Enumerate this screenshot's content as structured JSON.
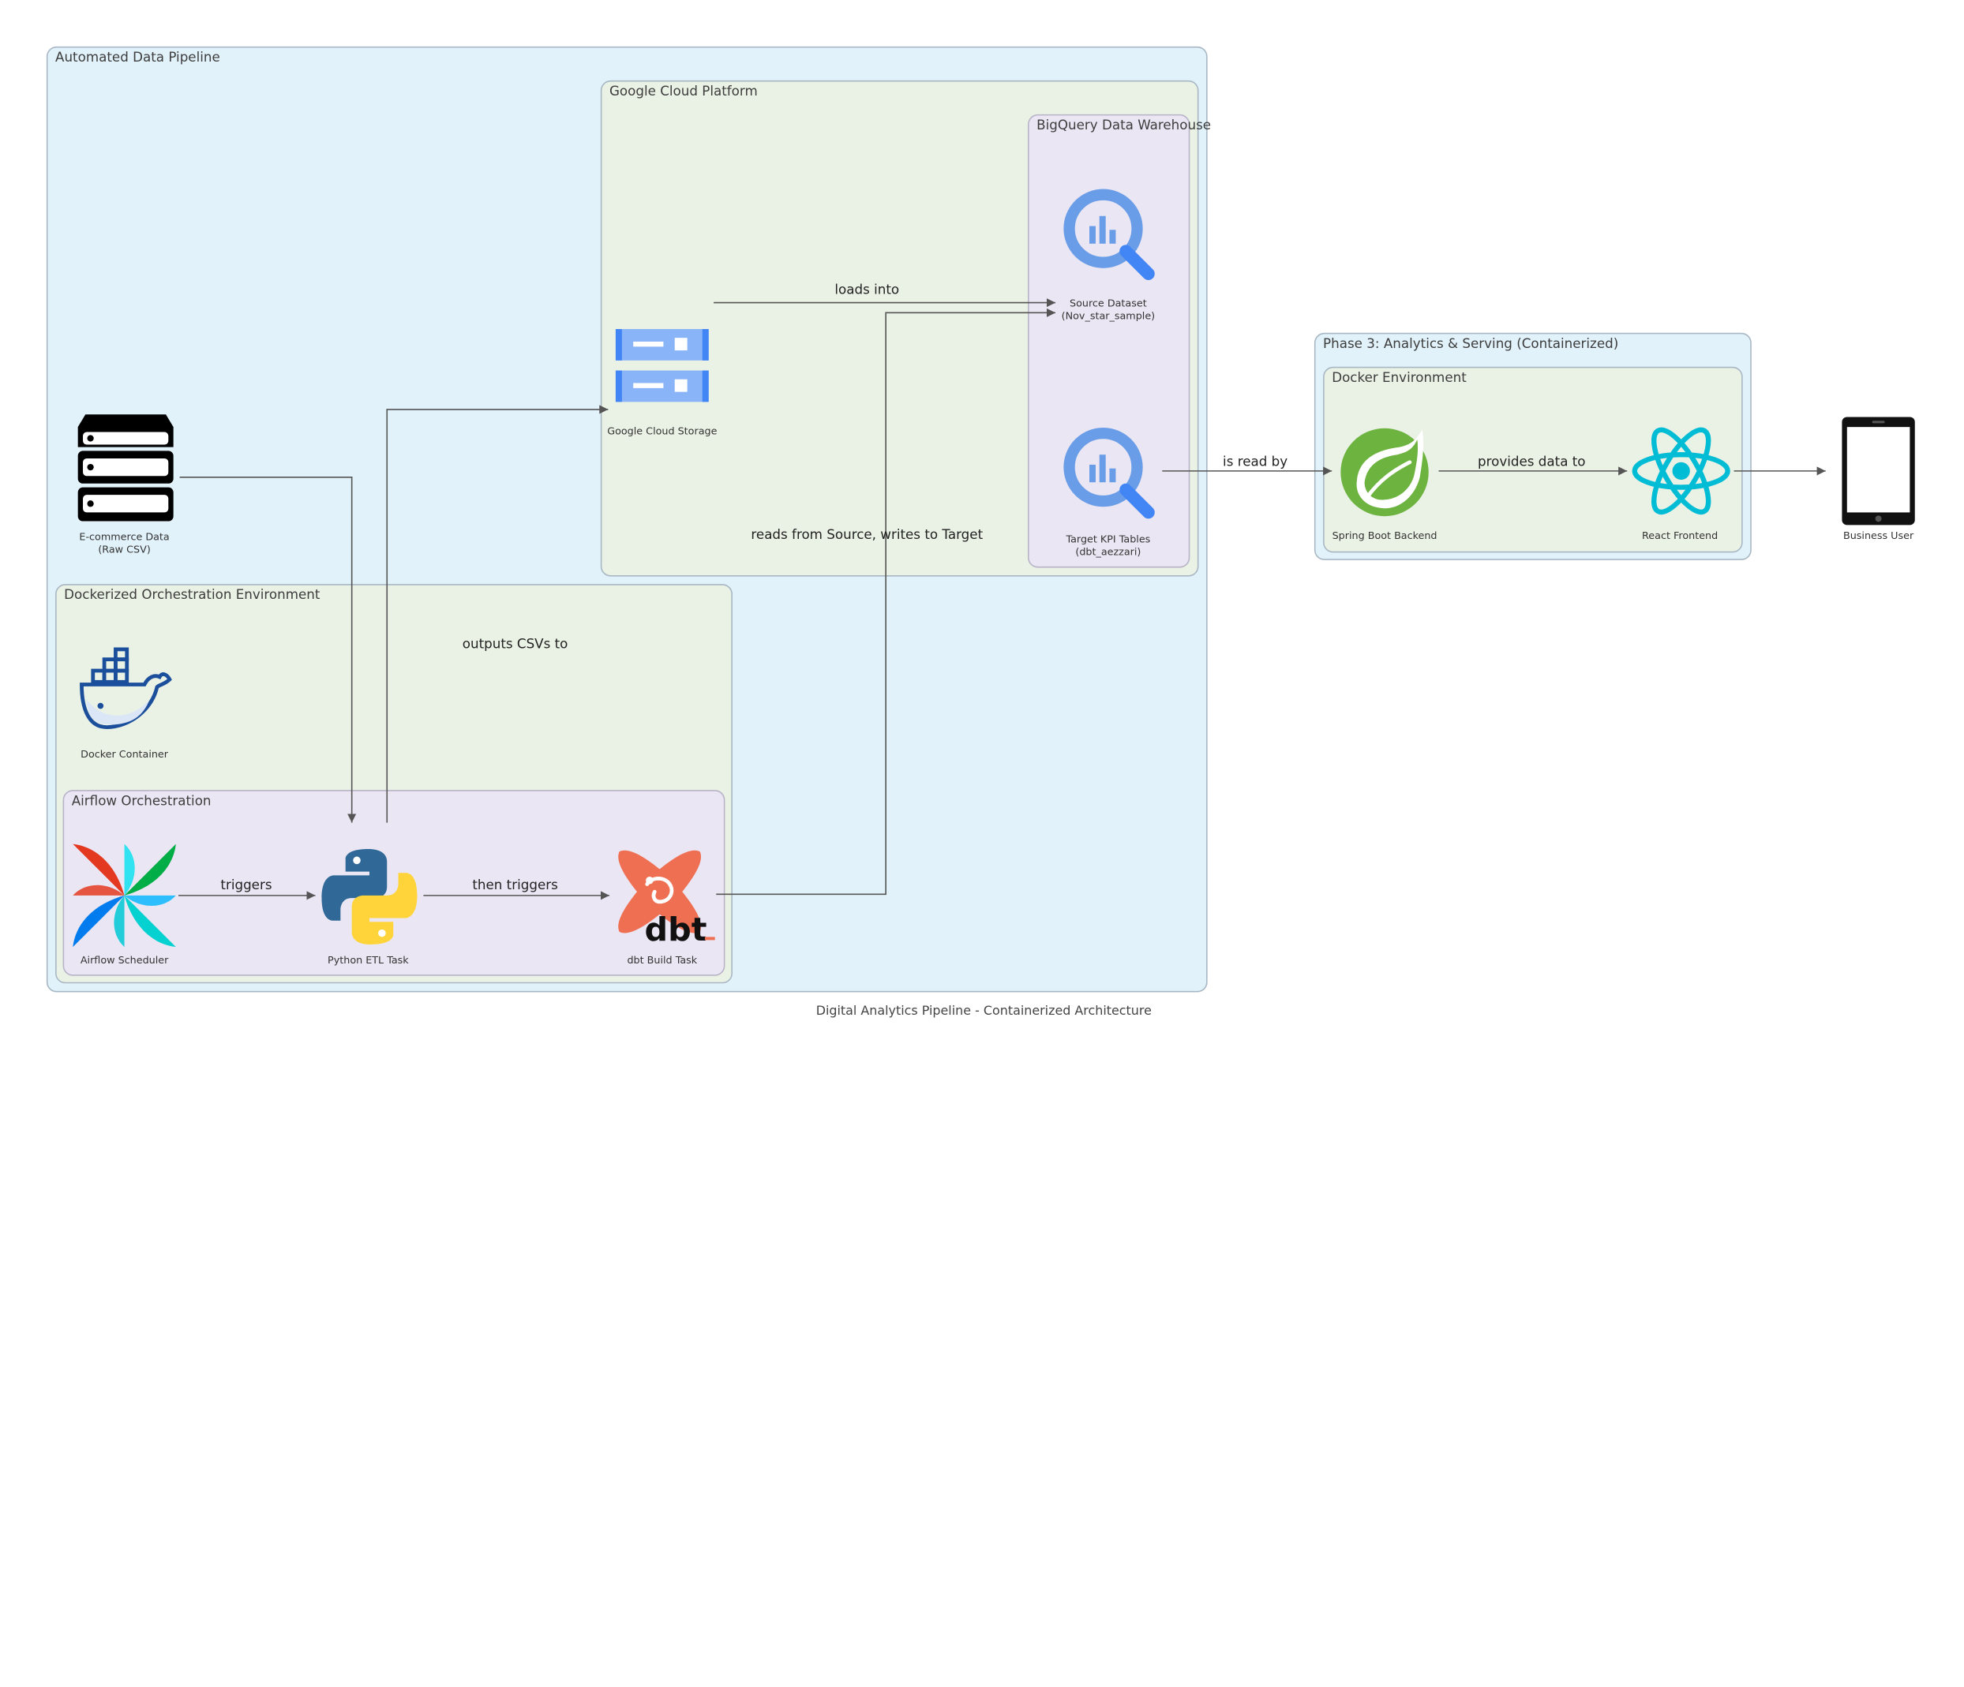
{
  "clusters": {
    "automated_pipeline": "Automated Data Pipeline",
    "gcp": "Google Cloud Platform",
    "bigquery": "BigQuery Data Warehouse",
    "orchestration_env": "Dockerized Orchestration Environment",
    "airflow": "Airflow Orchestration",
    "phase3": "Phase 3: Analytics & Serving (Containerized)",
    "docker_env": "Docker Environment"
  },
  "nodes": {
    "ecommerce": "E-commerce Data\n(Raw CSV)",
    "docker_container": "Docker Container",
    "gcs": "Google Cloud Storage",
    "source_dataset": "Source Dataset\n(Nov_star_sample)",
    "target_tables": "Target KPI Tables\n(dbt_aezzari)",
    "airflow_scheduler": "Airflow Scheduler",
    "python_etl": "Python ETL Task",
    "dbt_build": "dbt Build Task",
    "spring_boot": "Spring Boot Backend",
    "react": "React Frontend",
    "business_user": "Business User"
  },
  "edges": {
    "loads_into": "loads into",
    "reads_writes": "reads from Source, writes to Target",
    "outputs_csvs": "outputs CSVs to",
    "triggers": "triggers",
    "then_triggers": "then triggers",
    "is_read_by": "is read by",
    "provides_data": "provides data to"
  },
  "caption": "Digital Analytics Pipeline - Containerized Architecture",
  "colors": {
    "cluster_blue": "#e2f2fa",
    "cluster_green": "#eaf1e5",
    "cluster_purple": "#ebe6f3",
    "edge": "#555555",
    "bigquery_blue": "#6a9de8",
    "gcs_blue": "#8ab4f8",
    "docker_blue": "#1b4f9c",
    "python_blue": "#306998",
    "python_yellow": "#ffd43b",
    "dbt_orange": "#ef6f52",
    "spring_green": "#6db33f",
    "react_cyan": "#00bcd4"
  }
}
